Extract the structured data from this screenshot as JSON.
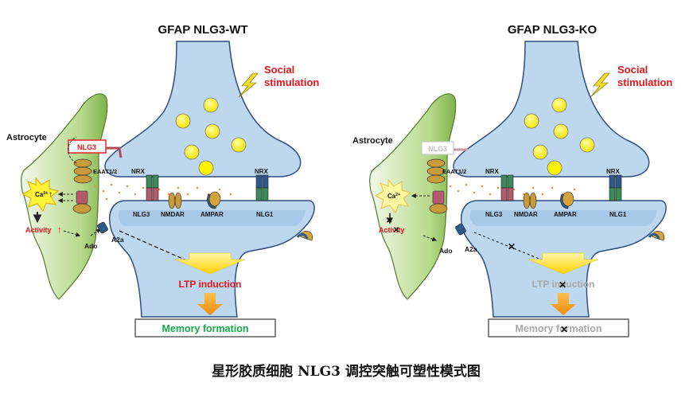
{
  "panels": {
    "wt": {
      "title": "GFAP NLG3-WT",
      "social": [
        "Social",
        "stimulation"
      ],
      "astrocyte": "Astrocyte",
      "nlg3_box": "NLG3",
      "eaat": "EAAT1/2",
      "ca": "Ca",
      "ca_sup": "2+",
      "activity": "Activity",
      "ado": "Ado",
      "a2a": "A2a",
      "nrx_left": "NRX",
      "nrx_right": "NRX",
      "nlg3": "NLG3",
      "nmdar": "NMDAR",
      "ampar": "AMPAR",
      "nlg1": "NLG1",
      "ltp": "LTP induction",
      "memory": "Memory formation"
    },
    "ko": {
      "title": "GFAP NLG3-KO",
      "social": [
        "Social",
        "stimulation"
      ],
      "astrocyte": "Astrocyte",
      "nlg3_box": "NLG3",
      "eaat": "EAAT1/2",
      "ca": "Ca",
      "ca_sup": "2+",
      "activity": "Activity",
      "ado": "Ado",
      "a2a": "A2a",
      "nrx_left": "NRX",
      "nrx_right": "NRX",
      "nlg3": "NLG3",
      "nmdar": "NMDAR",
      "ampar": "AMPAR",
      "nlg1": "NLG1",
      "ltp": "LTP induction",
      "memory": "Memory formation"
    }
  },
  "caption": "星形胶质细胞 NLG3 调控突触可塑性模式图",
  "colors": {
    "neuron_fill": "#bdd7ee",
    "neuron_stroke": "#2f4f7f",
    "astro_green": "#8dbf5a",
    "red_text": "#e8141b",
    "green_text": "#18a84a",
    "gray_text": "#9a9a9a",
    "arrow_yellow": "#ffd400",
    "arrow_orange": "#f39a16"
  }
}
